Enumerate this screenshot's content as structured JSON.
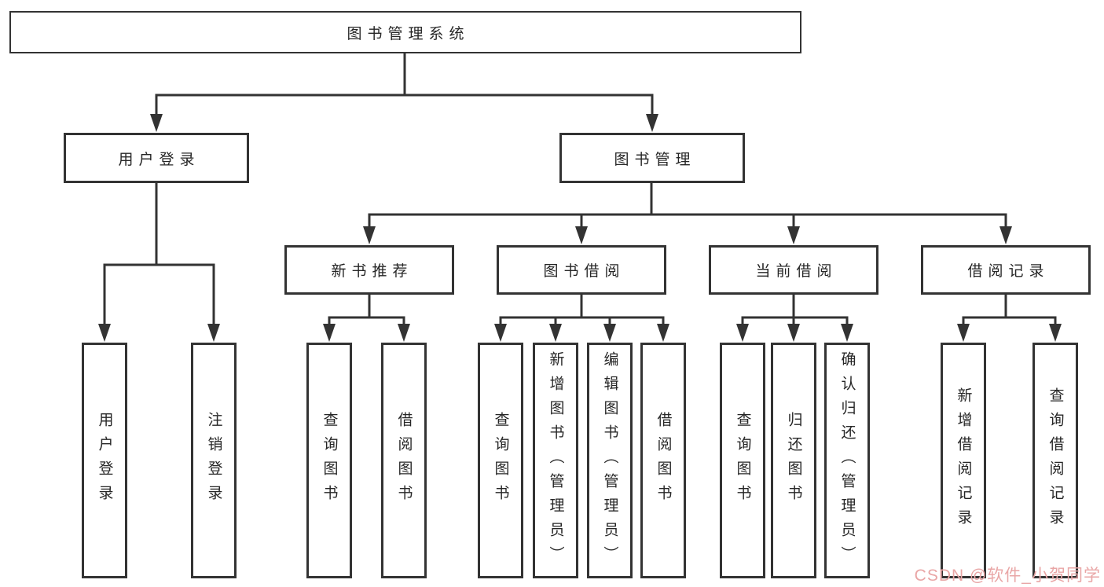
{
  "diagram": {
    "root": {
      "label": "图书管理系统"
    },
    "level2": [
      {
        "label": "用户登录"
      },
      {
        "label": "图书管理"
      }
    ],
    "level3": [
      {
        "label": "新书推荐"
      },
      {
        "label": "图书借阅"
      },
      {
        "label": "当前借阅"
      },
      {
        "label": "借阅记录"
      }
    ],
    "leaves": {
      "user_login": [
        {
          "label": "用户登录"
        },
        {
          "label": "注销登录"
        }
      ],
      "new_book_recommend": [
        {
          "label": "查询图书"
        },
        {
          "label": "借阅图书"
        }
      ],
      "book_borrow": [
        {
          "label": "查询图书"
        },
        {
          "label": "新增图书（管理员）"
        },
        {
          "label": "编辑图书（管理员）"
        },
        {
          "label": "借阅图书"
        }
      ],
      "current_borrow": [
        {
          "label": "查询图书"
        },
        {
          "label": "归还图书"
        },
        {
          "label": "确认归还（管理员）"
        }
      ],
      "borrow_records": [
        {
          "label": "新增借阅记录"
        },
        {
          "label": "查询借阅记录"
        }
      ]
    }
  },
  "watermark": {
    "text": "CSDN @软件_小贺同学",
    "color": "#e9a6a6"
  },
  "colors": {
    "line": "#333333",
    "box_border": "#333333",
    "text": "#262626",
    "background": "#ffffff"
  }
}
